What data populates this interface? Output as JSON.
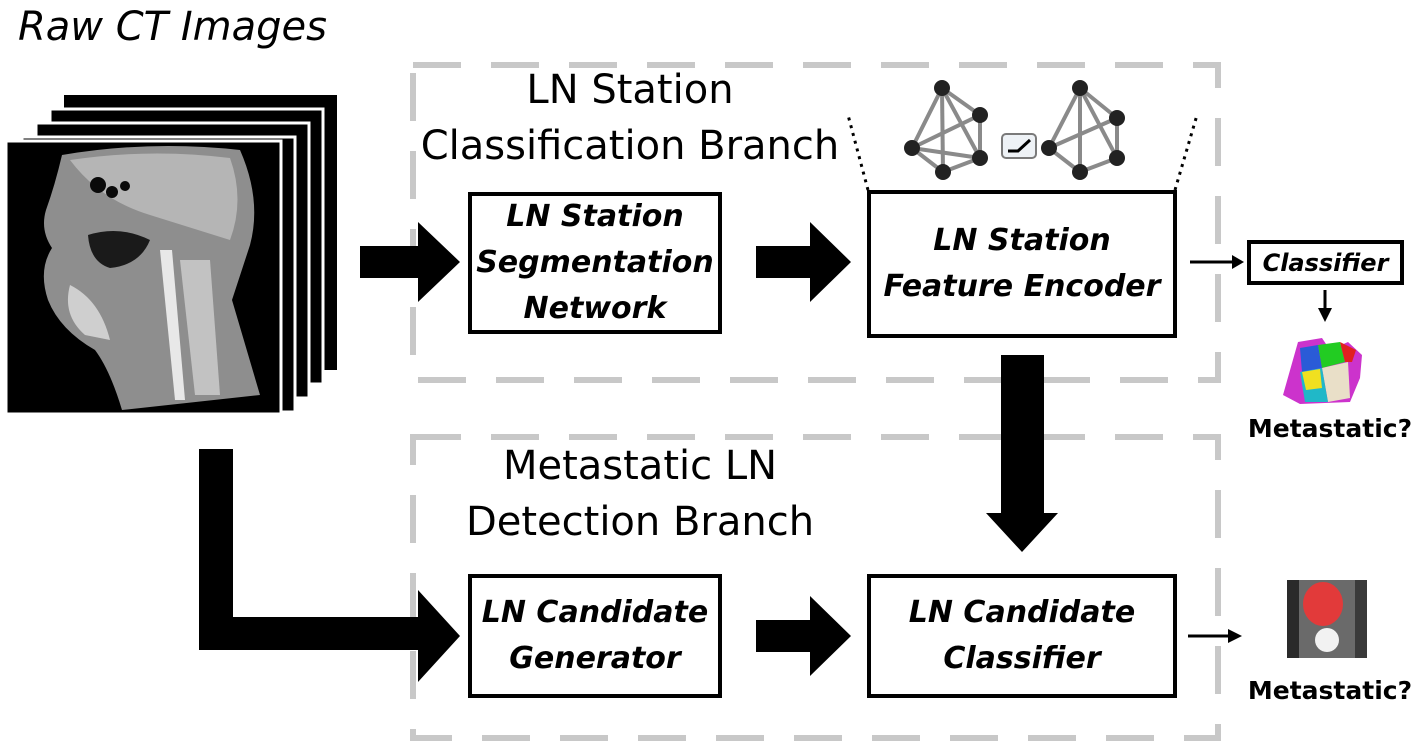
{
  "header": {
    "title": "Raw CT Images"
  },
  "branches": {
    "station": {
      "title_line1": "LN Station",
      "title_line2": "Classification Branch"
    },
    "detection": {
      "title_line1": "Metastatic LN",
      "title_line2": "Detection Branch"
    }
  },
  "boxes": {
    "segmentation": "LN Station\nSegmentation\nNetwork",
    "encoder": "LN Station\nFeature Encoder",
    "classifier": "Classifier",
    "generator": "LN Candidate\nGenerator",
    "candidate_classifier": "LN Candidate\nClassifier"
  },
  "outputs": {
    "top": "Metastatic?",
    "bottom": "Metastatic?"
  },
  "colors": {
    "dashed_border": "#c8c8c8",
    "arrow": "#000000",
    "ct_background": "#000000"
  }
}
